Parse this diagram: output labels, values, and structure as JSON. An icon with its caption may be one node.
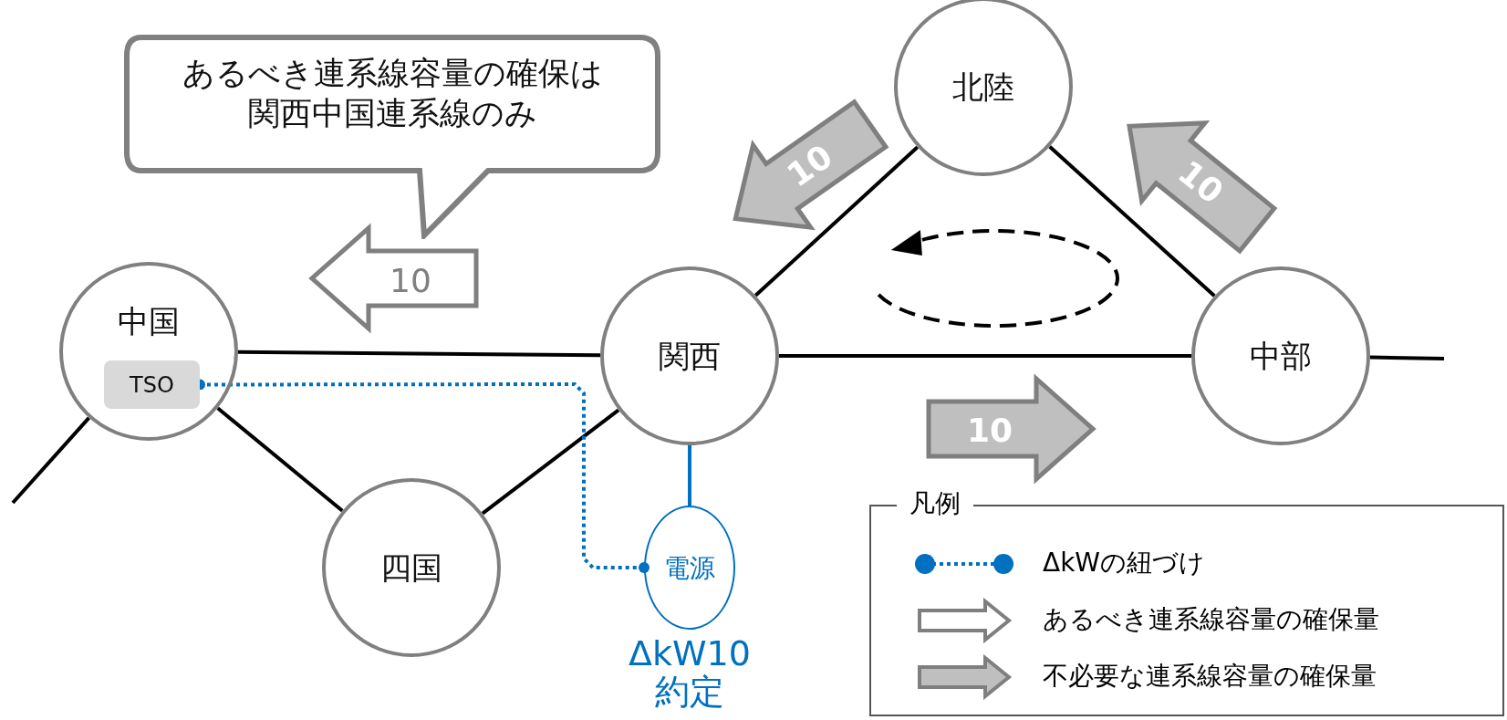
{
  "diagram": {
    "nodes": [
      {
        "text": [
          "あるべき連系線容量の確保は関西中国連系線のみ"
        ]
      },
      {
        "text": [
          "北陸"
        ]
      },
      {
        "text": [
          "中国"
        ]
      },
      {
        "text": [
          "TSO"
        ],
        "in": 2
      },
      {
        "text": [
          "関西"
        ]
      },
      {
        "text": [
          "中部"
        ]
      },
      {
        "text": [
          "四国"
        ]
      },
      {
        "text": [
          "電源"
        ],
        "beside": [
          "ΔkW10約定"
        ]
      }
    ],
    "edges": [
      {
        "from": 4,
        "to": 1,
        "arrow": "none"
      },
      {
        "from": 1,
        "to": 5,
        "arrow": "none"
      },
      {
        "from": 2,
        "to": 4,
        "arrow": "none"
      },
      {
        "from": 4,
        "to": 5,
        "arrow": "none"
      },
      {
        "from": 5,
        "to": null,
        "arrow": "none"
      },
      {
        "from": 2,
        "to": null,
        "arrow": "none"
      },
      {
        "from": 2,
        "to": 6,
        "arrow": "none"
      },
      {
        "from": 6,
        "to": 4,
        "arrow": "none"
      },
      {
        "from": 3,
        "to": 7,
        "arrow": "other",
        "style": "dashed",
        "color": "#0070c0"
      },
      {
        "from": 4,
        "to": 7,
        "arrow": "none",
        "color": "#0070c0"
      }
    ],
    "labels": [
      "10",
      "10",
      "10",
      "10",
      "凡例"
    ],
    "legend": [
      {
        "text": "ΔkWの紐づけ"
      },
      {
        "text": "あるべき連系線容量の確保量"
      },
      {
        "text": "不必要な連系線容量の確保量"
      }
    ]
  }
}
